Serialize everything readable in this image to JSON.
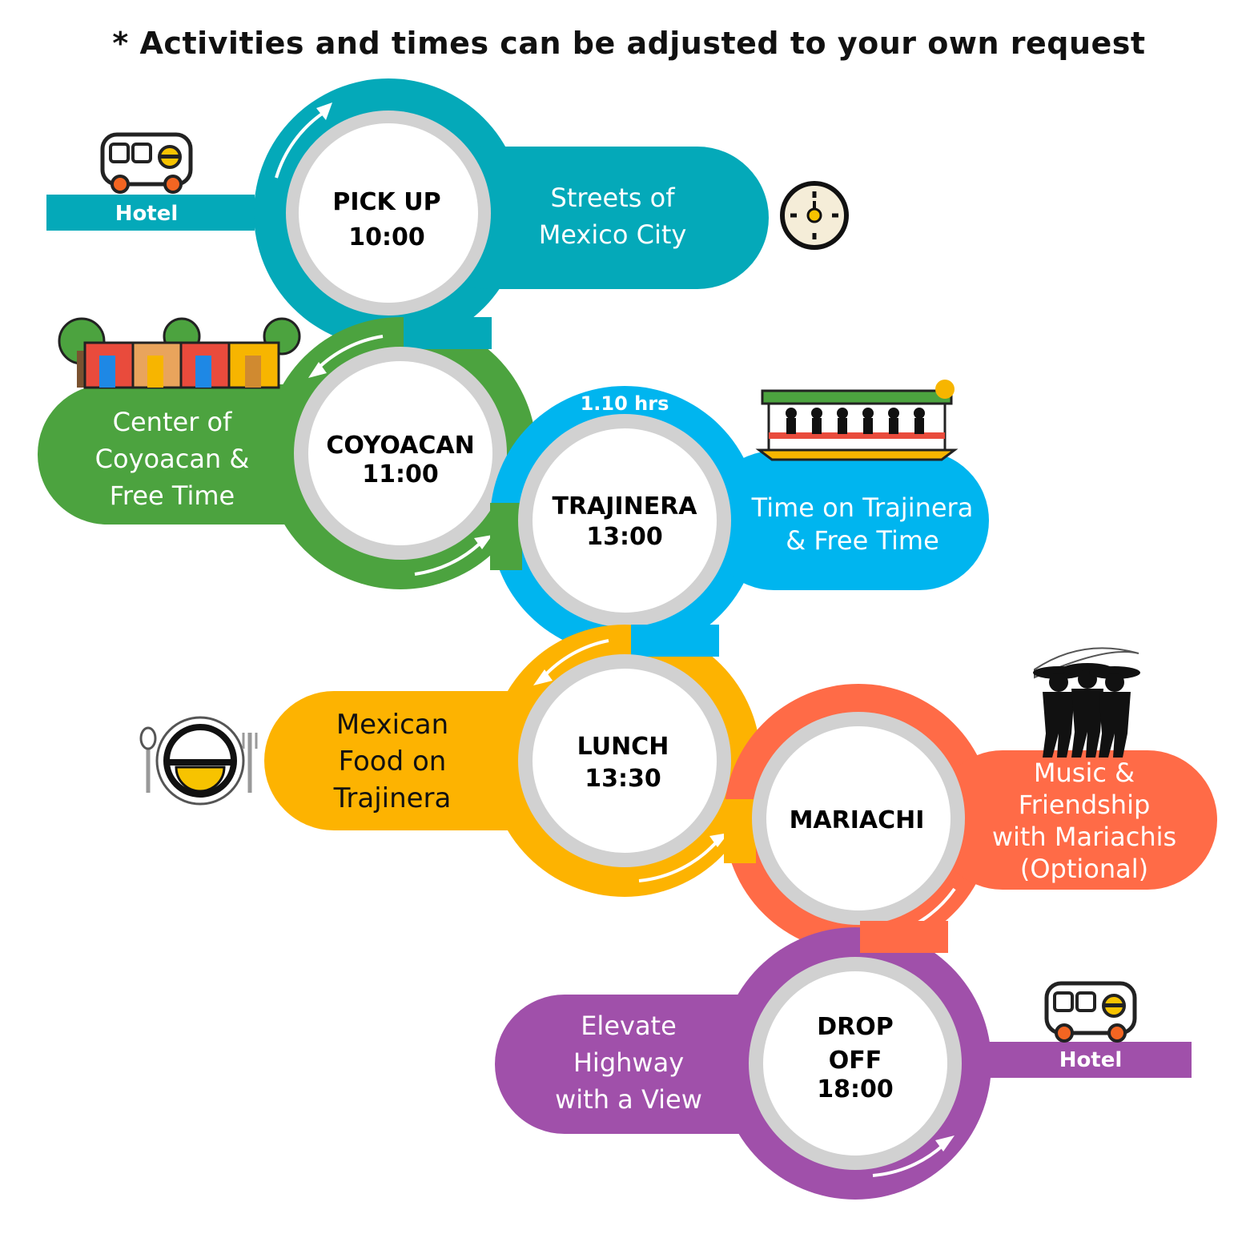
{
  "note": "* Activities and times can be adjusted to your own request",
  "colors": {
    "teal": "#04A9B9",
    "green": "#4CA33F",
    "sky": "#00B5EF",
    "orange": "#FDB301",
    "coral": "#FF6B47",
    "purple": "#A050AA",
    "ring": "#D1D1D1"
  },
  "start": {
    "hotel_label": "Hotel",
    "icon": "bus-icon"
  },
  "end": {
    "hotel_label": "Hotel",
    "icon": "bus-icon"
  },
  "stops": [
    {
      "id": "pickup",
      "name": "PICK UP",
      "time": "10:00",
      "description": [
        "Streets of",
        "Mexico City"
      ],
      "icon": "clock-icon"
    },
    {
      "id": "coyoacan",
      "name": "COYOACAN",
      "time": "11:00",
      "description": [
        "Center of",
        "Coyoacan &",
        "Free Time"
      ],
      "icon": "houses-icon"
    },
    {
      "id": "trajinera",
      "name": "TRAJINERA",
      "time": "13:00",
      "duration": "1.10 hrs",
      "description": [
        "Time on Trajinera",
        "& Free Time"
      ],
      "icon": "boat-icon"
    },
    {
      "id": "lunch",
      "name": "LUNCH",
      "time": "13:30",
      "description": [
        "Mexican",
        "Food on",
        "Trajinera"
      ],
      "icon": "plate-icon"
    },
    {
      "id": "mariachi",
      "name": "MARIACHI",
      "time": "",
      "description": [
        "Music &",
        "Friendship",
        "with Mariachis",
        "(Optional)"
      ],
      "icon": "mariachi-icon"
    },
    {
      "id": "dropoff",
      "name": "DROP OFF",
      "name_lines": [
        "DROP",
        "OFF"
      ],
      "time": "18:00",
      "description": [
        "Elevate",
        "Highway",
        "with a View"
      ],
      "icon": "bus-icon"
    }
  ]
}
